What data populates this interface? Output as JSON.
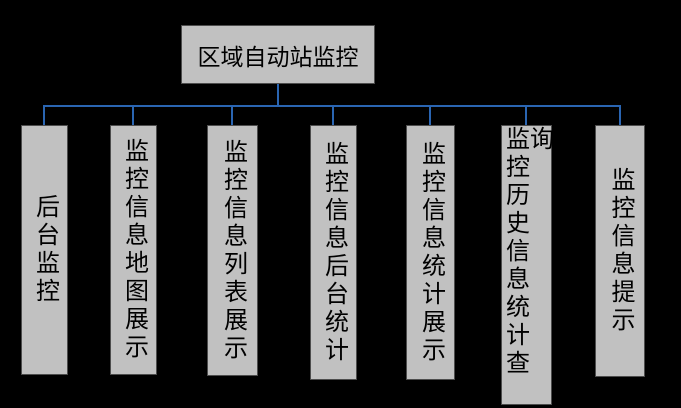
{
  "diagram": {
    "title": "区域自动站监控",
    "type": "tree",
    "root": {
      "label": "区域自动站监控"
    },
    "children": [
      {
        "label": "后台监控"
      },
      {
        "label": "监控信息地图展示"
      },
      {
        "label": "监控信息列表展示"
      },
      {
        "label": "监控信息后台统计"
      },
      {
        "label": "监控信息统计展示"
      },
      {
        "label": "监控历史信息统计查询"
      },
      {
        "label": "监控信息提示"
      }
    ]
  },
  "colors": {
    "background": "#000000",
    "node_fill": "#c1c1c1",
    "node_border": "#4d4d4d",
    "connector_line": "#2a65b2",
    "text": "#000000"
  }
}
